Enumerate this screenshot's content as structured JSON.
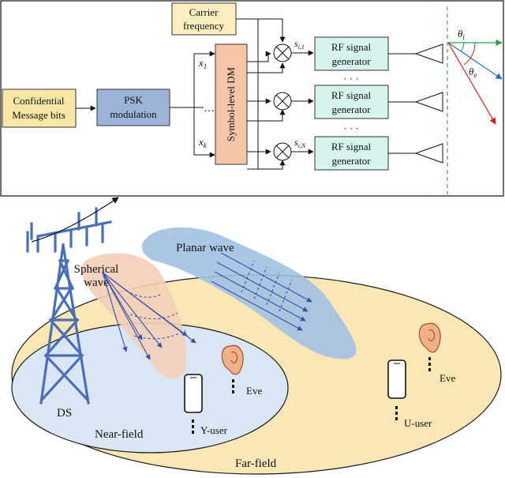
{
  "colors": {
    "confidential_box": "#fbe7a5",
    "psk_box": "#9db4d9",
    "carrier_box": "#fdefbd",
    "dm_box": "#f6c5a8",
    "rf_box": "#d6f3ee",
    "near_field": "#dbe6f4",
    "far_field": "#fbe7b5",
    "planar_beam": "#9ec0e3",
    "spherical_beam": "#f3cfb8",
    "tower": "#4b6fb5",
    "ray_green": "#2e9b47",
    "ray_blue": "#2c71c3",
    "ray_red": "#d8221c"
  },
  "transmitter": {
    "confidential": [
      "Confidential",
      "Message bits"
    ],
    "psk": [
      "PSK",
      "modulation"
    ],
    "carrier": [
      "Carrier",
      "frequency"
    ],
    "dm": "Symbol-level DM",
    "x_first": {
      "base": "x",
      "sub": "1"
    },
    "x_last": {
      "base": "x",
      "sub": "k"
    },
    "ellipsis": "· · ·",
    "rf": [
      "RF signal",
      "generator"
    ],
    "s_first": {
      "base": "s",
      "sub": "i,1"
    },
    "s_last": {
      "base": "s",
      "sub": "i,N"
    },
    "theta_i": {
      "base": "θ",
      "sub": "i"
    },
    "theta_e": {
      "base": "θ",
      "sub": "e"
    }
  },
  "scene": {
    "planar_wave": "Planar wave",
    "spherical_wave": [
      "Spherical",
      "wave"
    ],
    "ds": "DS",
    "near_field": "Near-field",
    "far_field": "Far-field",
    "eve_near": "Eve",
    "y_user": "Y-user",
    "eve_far": "Eve",
    "u_user": "U-user"
  }
}
